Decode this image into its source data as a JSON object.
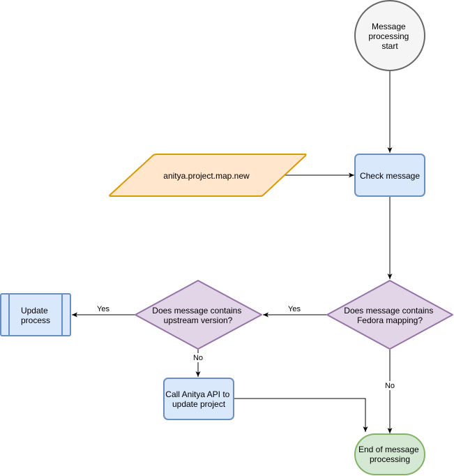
{
  "nodes": {
    "start": {
      "lines": [
        "Message",
        "processing",
        "start"
      ]
    },
    "input": {
      "lines": [
        "anitya.project.map.new"
      ]
    },
    "check": {
      "lines": [
        "Check message"
      ]
    },
    "fedora_decision": {
      "lines": [
        "Does message contains",
        "Fedora mapping?"
      ]
    },
    "upstream_decision": {
      "lines": [
        "Does message contains",
        "upstream version?"
      ]
    },
    "update": {
      "lines": [
        "Update",
        "process"
      ]
    },
    "call_api": {
      "lines": [
        "Call Anitya API to",
        "update project"
      ]
    },
    "end": {
      "lines": [
        "End of message",
        "processing"
      ]
    }
  },
  "edges": {
    "fedora_yes": "Yes",
    "fedora_no": "No",
    "upstream_yes": "Yes",
    "upstream_no": "No"
  },
  "colors": {
    "start_fill": "#f5f5f5",
    "start_stroke": "#666666",
    "input_fill": "#ffe6cc",
    "input_stroke": "#d79b00",
    "process_fill": "#dae8fc",
    "process_stroke": "#6c8ebf",
    "decision_fill": "#e1d5e7",
    "decision_stroke": "#9673a6",
    "end_fill": "#d5e8d4",
    "end_stroke": "#82b366",
    "edge": "#000000"
  }
}
